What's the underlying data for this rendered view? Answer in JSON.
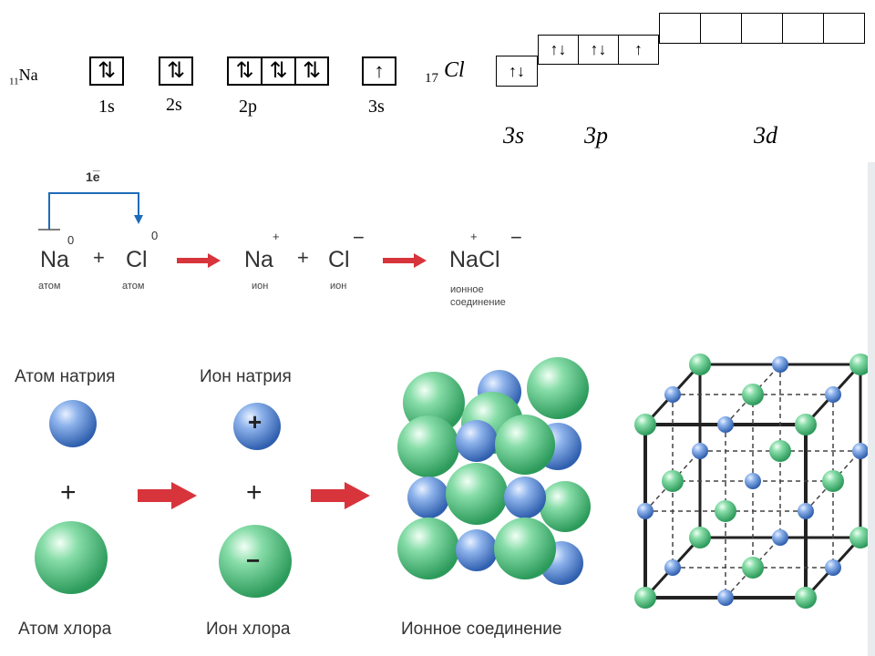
{
  "na_config": {
    "label_sub": "11",
    "label_element": "Na",
    "orbitals": [
      {
        "name": "1s",
        "arrows": "⇅"
      },
      {
        "name": "2s",
        "arrows": "⇅"
      },
      {
        "name": "2p",
        "arrows": [
          "⇅",
          "⇅",
          "⇅"
        ]
      },
      {
        "name": "3s",
        "arrows": "↑"
      }
    ]
  },
  "cl_config": {
    "label_sub": "17",
    "label_element": "Cl",
    "s_cells": [
      "↑↓"
    ],
    "p_cells": [
      "↑↓",
      "↑↓",
      "↑"
    ],
    "d_cells": [
      "",
      "",
      "",
      "",
      ""
    ],
    "sublevels": [
      "3s",
      "3p",
      "3d"
    ]
  },
  "equation": {
    "electron_transfer": "1e̅",
    "na": "Na",
    "na_charge": "0",
    "na_caption": "атом",
    "plus1": "+",
    "cl": "Cl",
    "cl_charge": "0",
    "cl_caption": "атом",
    "na_ion": "Na",
    "na_ion_charge": "+",
    "na_ion_caption": "ион",
    "plus2": "+",
    "cl_ion": "Cl",
    "cl_ion_charge": "−",
    "cl_ion_caption": "ион",
    "product": "NaCl",
    "product_charge_plus": "+",
    "product_charge_minus": "−",
    "product_caption_1": "ионное",
    "product_caption_2": "соединение"
  },
  "illustration": {
    "sodium_atom": "Атом натрия",
    "sodium_ion": "Ион натрия",
    "chlorine_atom": "Атом хлора",
    "chlorine_ion": "Ион хлора",
    "ionic_compound": "Ионное соединение",
    "plus": "+",
    "ion_plus": "+",
    "ion_minus": "−"
  },
  "colors": {
    "sodium": "#5d8fd6",
    "chlorine": "#5cc98a",
    "arrow": "#d8343c",
    "transfer": "#1e6bb8"
  }
}
